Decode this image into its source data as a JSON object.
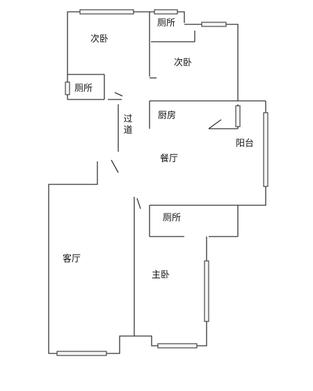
{
  "rooms": {
    "bedroom_nw": "次卧",
    "toilet_top": "厕所",
    "bedroom_north": "次卧",
    "toilet_left": "厕所",
    "kitchen": "厨房",
    "corridor": "过道",
    "balcony": "阳台",
    "dining": "餐厅",
    "toilet_mid": "厕所",
    "living": "客厅",
    "master_bedroom": "主卧"
  },
  "colors": {
    "wall": "#333333",
    "window_fill": "#f4f4f4",
    "text": "#111111",
    "background": "#ffffff"
  }
}
